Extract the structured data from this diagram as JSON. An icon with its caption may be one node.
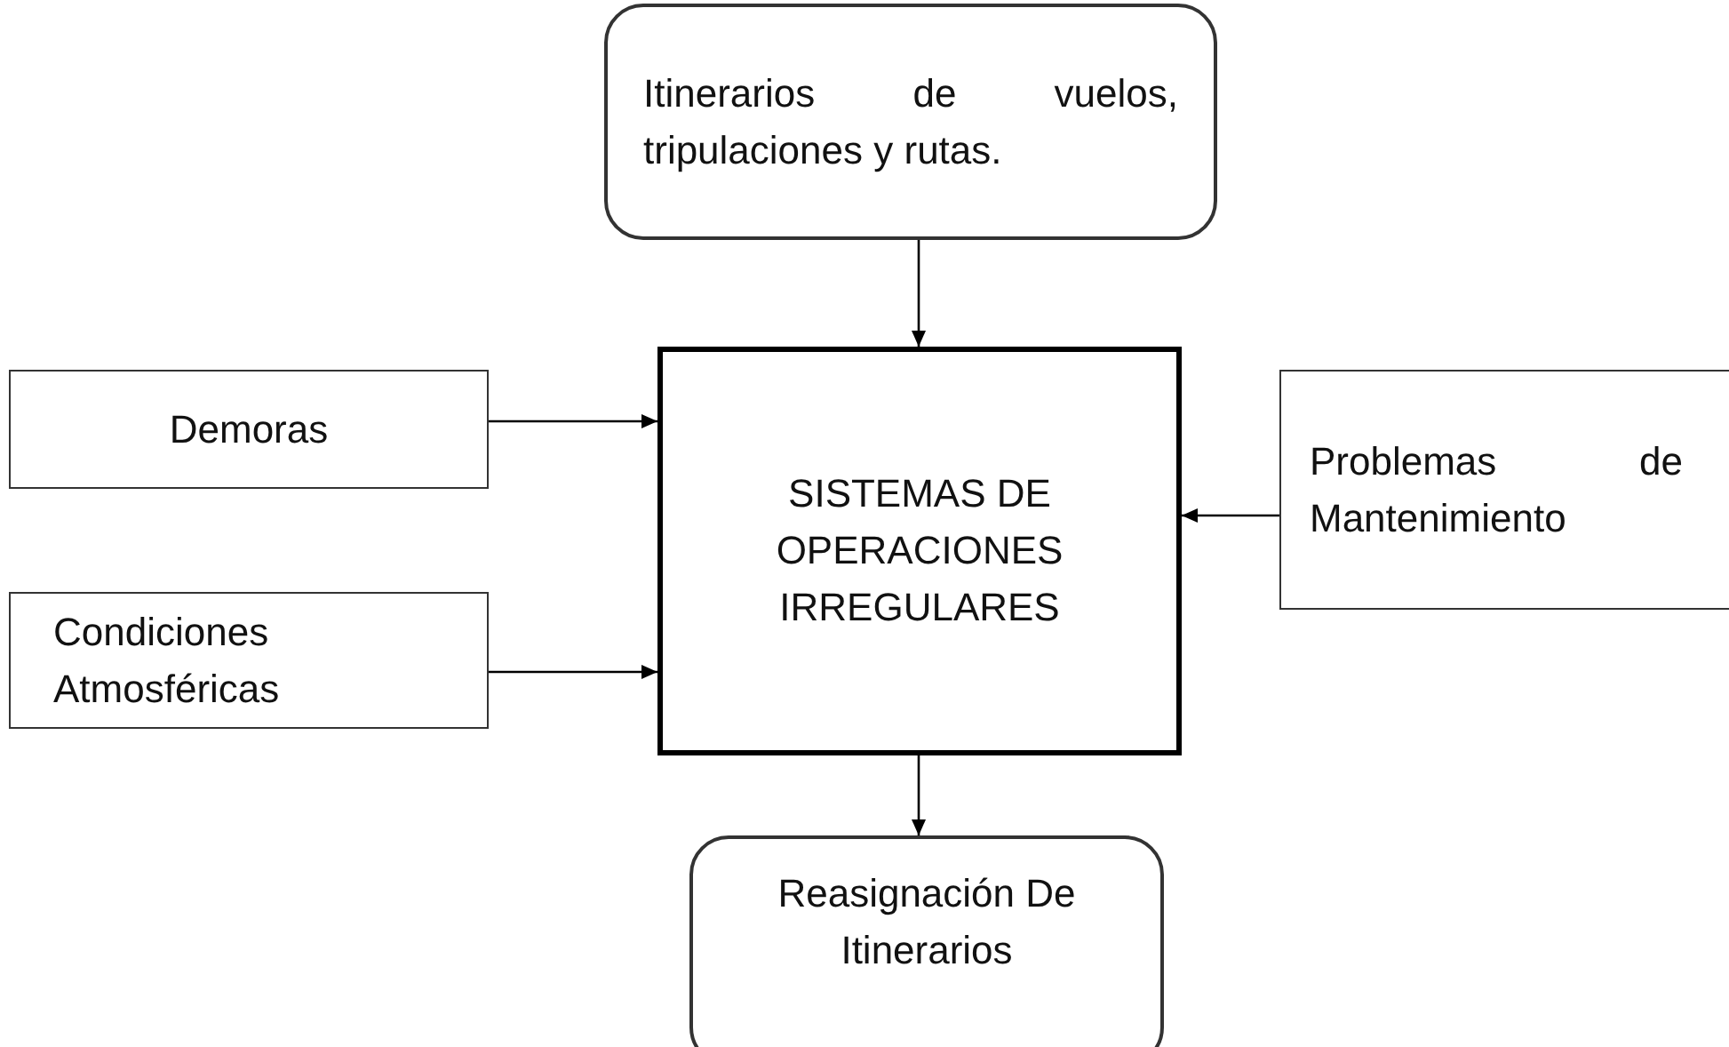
{
  "diagram": {
    "nodes": [
      {
        "text": [
          "Itinerarios de vuelos, tripulaciones y rutas."
        ]
      },
      {
        "text": [
          "Demoras"
        ]
      },
      {
        "text": [
          "SISTEMAS DE OPERACIONES IRREGULARES"
        ]
      },
      {
        "text": [
          "Problemas de Mantenimiento"
        ]
      },
      {
        "text": [
          "Condiciones Atmosféricas"
        ]
      },
      {
        "text": [
          "Reasignación De Itinerarios"
        ]
      }
    ],
    "edges": [
      {
        "from": 0,
        "to": 2,
        "arrow": "to"
      },
      {
        "from": 1,
        "to": 2,
        "arrow": "to"
      },
      {
        "from": 3,
        "to": 2,
        "arrow": "to"
      },
      {
        "from": 4,
        "to": 2,
        "arrow": "to"
      },
      {
        "from": 2,
        "to": 5,
        "arrow": "to"
      }
    ]
  }
}
